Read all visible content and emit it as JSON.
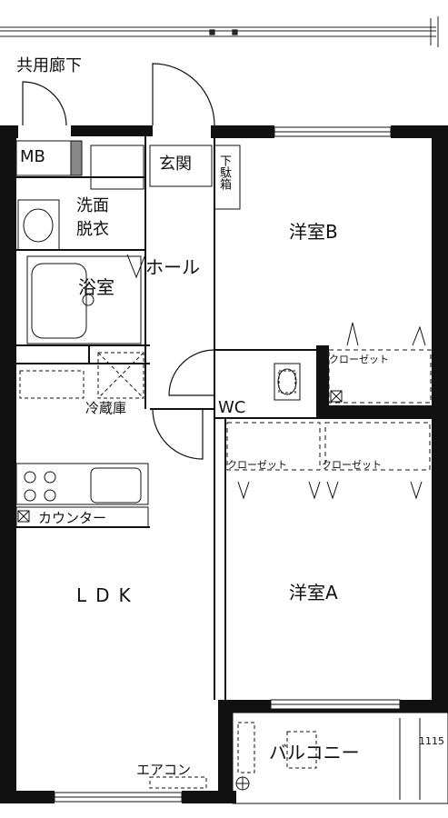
{
  "corridor": "共用廊下",
  "mb": "MB",
  "entrance": "玄関",
  "shoe_box": "下駄箱",
  "washroom_line1": "洗面",
  "washroom_line2": "脱衣",
  "hall": "ホール",
  "bath": "浴室",
  "bedroom_b": "洋室B",
  "closet_b": "クローゼット",
  "toilet": "WC",
  "fridge": "冷蔵庫",
  "closet_a_left": "クローゼット",
  "closet_a_right": "クローゼット",
  "counter": "カウンター",
  "ldk": "LDK",
  "bedroom_a": "洋室A",
  "balcony": "バルコニー",
  "aircon": "エアコン",
  "ac_unit_mark": "1115"
}
